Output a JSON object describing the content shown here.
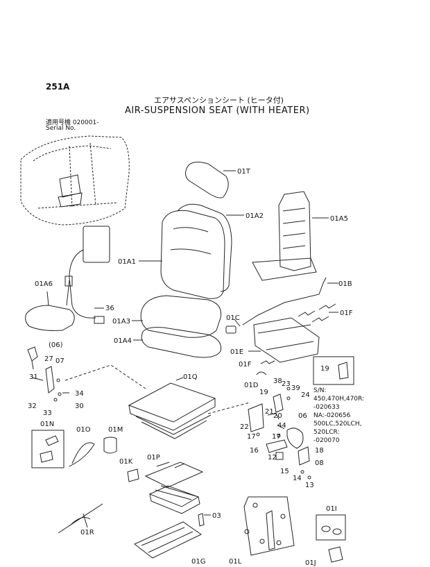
{
  "header": {
    "page_number": "251A",
    "title_jp": "エアサスペンションシート (ヒータ付)",
    "title_en": "AIR-SUSPENSION SEAT (WITH HEATER)",
    "serial_label_jp": "適用号機  020001-",
    "serial_label_en": "Serial No."
  },
  "serial_note": {
    "lines": [
      "S/N:",
      "450,470H,470R:",
      "-020633",
      "NA:-020656",
      "500LC,520LCH,",
      "520LCR:",
      "-020070"
    ]
  },
  "callouts": {
    "c01T": "01T",
    "c01A2": "01A2",
    "c01A5": "01A5",
    "c01A1": "01A1",
    "c01A6": "01A6",
    "c36": "36",
    "c01A3": "01A3",
    "c01A4": "01A4",
    "c01C": "01C",
    "c01B": "01B",
    "c01F_a": "01F",
    "c01E": "01E",
    "c01F_b": "01F",
    "c01D": "01D",
    "c06_paren": "(06)",
    "c27": "27",
    "c07": "07",
    "c31": "31",
    "c34": "34",
    "c32": "32",
    "c33": "33",
    "c30": "30",
    "c01Q": "01Q",
    "c19_box": "19",
    "c38": "38",
    "c23": "23",
    "c39": "39",
    "c19": "19",
    "c24": "24",
    "c21": "21",
    "c20": "20",
    "c22": "22",
    "c44": "44",
    "c06": "06",
    "c17_a": "17",
    "c17_b": "17",
    "c16": "16",
    "c12": "12",
    "c18": "18",
    "c08": "08",
    "c15": "15",
    "c14": "14",
    "c13": "13",
    "c01N": "01N",
    "c01O": "01O",
    "c01M": "01M",
    "c01K": "01K",
    "c01P": "01P",
    "c03": "03",
    "c01R": "01R",
    "c01G": "01G",
    "c01L": "01L",
    "c01I": "01I",
    "c01J": "01J"
  }
}
